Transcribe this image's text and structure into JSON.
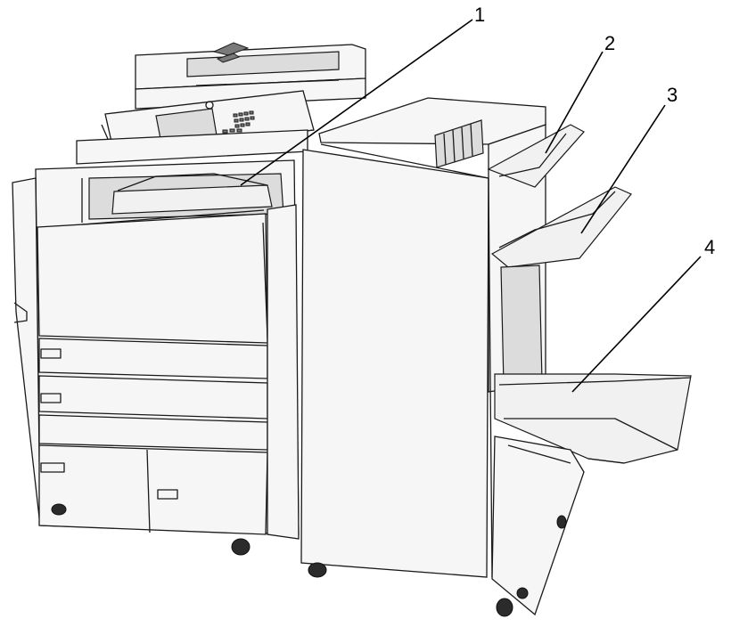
{
  "callouts": [
    {
      "id": "1",
      "label": "1"
    },
    {
      "id": "2",
      "label": "2"
    },
    {
      "id": "3",
      "label": "3"
    },
    {
      "id": "4",
      "label": "4"
    }
  ],
  "icons": {
    "printer": "printer-illustration",
    "finisher": "finisher-illustration",
    "control_panel": "control-panel-icon",
    "scanner": "scanner-icon"
  }
}
